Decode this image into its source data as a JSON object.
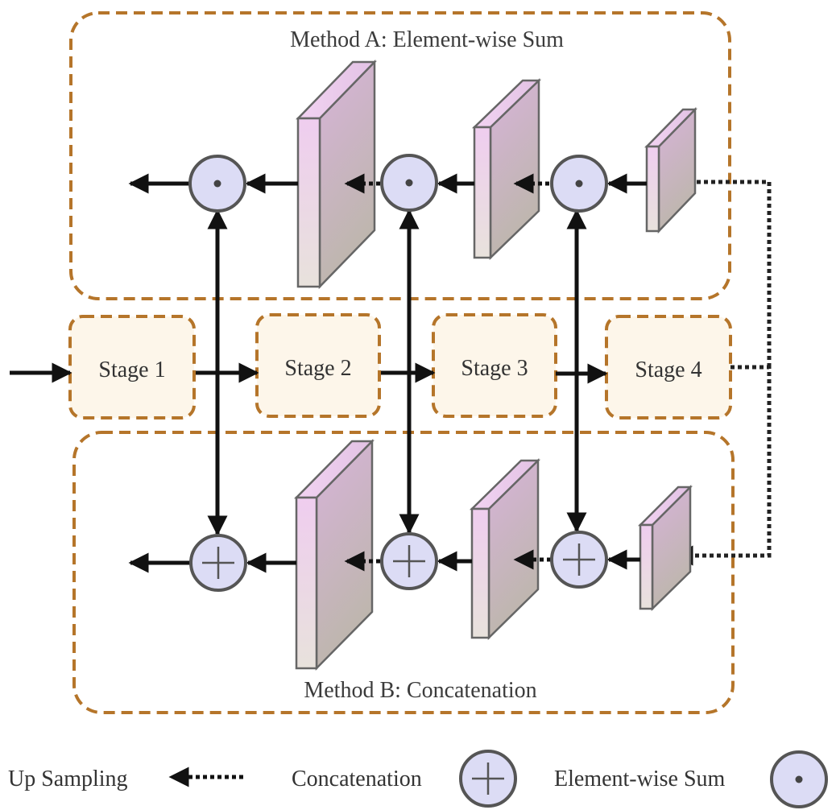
{
  "method_a": {
    "title": "Method A: Element-wise Sum"
  },
  "method_b": {
    "title": "Method B: Concatenation"
  },
  "stages": [
    {
      "label": "Stage 1"
    },
    {
      "label": "Stage 2"
    },
    {
      "label": "Stage 3"
    },
    {
      "label": "Stage 4"
    }
  ],
  "legend": {
    "up_sampling": "Up Sampling",
    "concatenation": "Concatenation",
    "element_wise_sum": "Element-wise Sum"
  },
  "colors": {
    "frame": "#b5752a",
    "stage_fill": "#fdf6ea",
    "node_fill": "#dcdcf5",
    "node_stroke": "#555555",
    "feature_front_top": "#efcdef",
    "feature_front_bottom": "#e8e2dc",
    "feature_side_top": "#d6b5d6",
    "feature_side_bottom": "#bfb6ad"
  },
  "icons": {
    "sum_node": "circled-dot-icon",
    "concat_node": "circled-plus-icon",
    "solid_arrow": "solid-arrow-icon",
    "dotted_arrow": "dotted-arrow-icon"
  }
}
